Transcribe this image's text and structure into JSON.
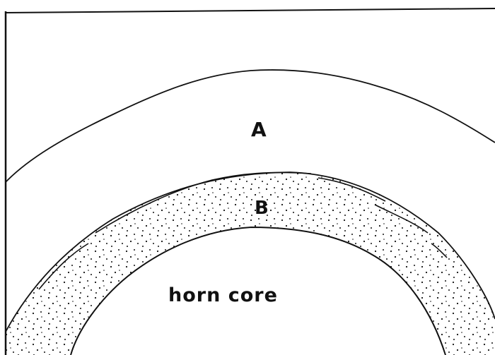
{
  "diagram": {
    "labels": {
      "region_a": "A",
      "region_b": "B",
      "horn_core": "horn core"
    },
    "colors": {
      "ink": "#111111",
      "paper": "#ffffff"
    }
  }
}
